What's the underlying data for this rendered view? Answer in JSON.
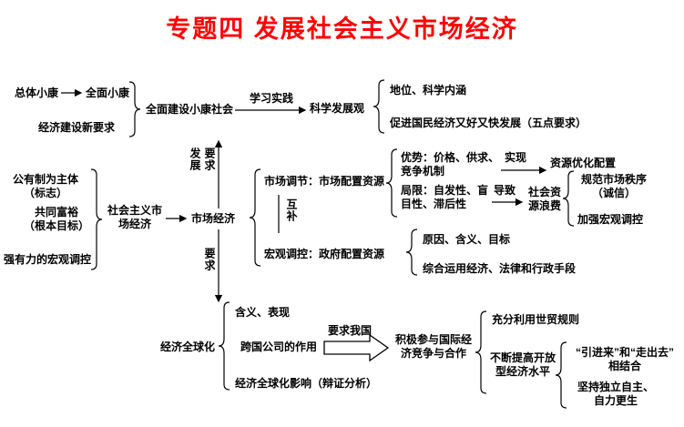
{
  "title": "专题四 发展社会主义市场经济",
  "colors": {
    "title_red": "#ff0000",
    "text": "#000000",
    "background": "#ffffff"
  },
  "xiaokang": {
    "overall": "总体小康",
    "comprehensive": "全面小康",
    "new_requirements": "经济建设新要求",
    "build_society": "全面建设小康社会",
    "study_practice_label": "学习实践",
    "scientific_outlook": "科学发展观",
    "outlook_status": "地位、科学内涵",
    "outlook_promote": "促进国民经济又好又快发展（五点要求）"
  },
  "market": {
    "public_ownership": "公有制为主体\n（标志）",
    "common_prosperity": "共同富裕\n（根本目标）",
    "strong_macro_control": "强有力的宏观调控",
    "socialist_market_economy": "社会主义市\n场经济",
    "market_economy": "市场经济",
    "up_arrow_label": "发展\n要求",
    "down_arrow_label": "要求",
    "market_regulation": "市场调节：市场配置资源",
    "complement_label": "互补",
    "macro_regulation": "宏观调控：政府配置资源",
    "advantages": "优势：价格、供求、\n竞争机制",
    "realize_label": "实现",
    "resource_optimization": "资源优化配置",
    "limitations": "局限：自发性、盲\n目性、滞后性",
    "cause_label": "导致",
    "resource_waste": "社会资\n源浪费",
    "regulate_market_order": "规范市场秩序\n（诚信）",
    "strengthen_macro_control": "加强宏观调控",
    "reasons_meaning_goal": "原因、含义、目标",
    "comprehensive_means": "综合运用经济、法律和行政手段"
  },
  "globalization": {
    "economic_globalization": "经济全球化",
    "meaning_manifestation": "含义、表现",
    "multinational_role": "跨国公司的作用",
    "influence": "经济全球化影响（辩证分析）",
    "require_us_label": "要求我国",
    "participate": "积极参与国际经\n济竞争与合作",
    "wto_rules": "充分利用世贸规则",
    "open_economy": "不断提高开放\n型经济水平",
    "bring_in_go_out": "“引进来”和“走出去”\n相结合",
    "independence": "坚持独立自主、\n自力更生"
  }
}
